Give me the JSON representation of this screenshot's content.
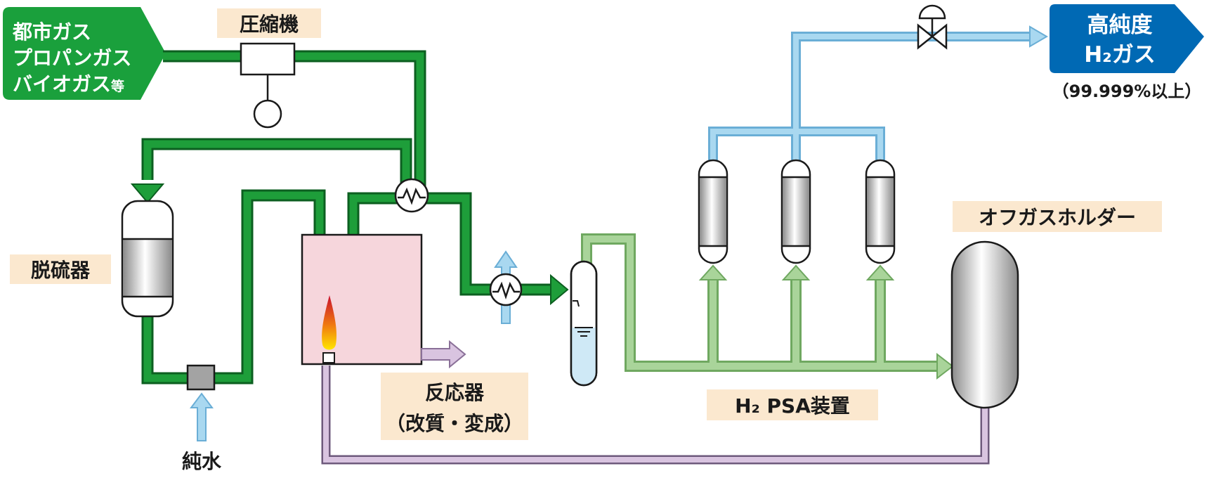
{
  "feed": {
    "line1": "都市ガス",
    "line2": "プロパンガス",
    "line3": "バイオガス",
    "line3_suffix": "等"
  },
  "compressor": "圧縮機",
  "desulfurizer": "脱硫器",
  "pure_water": "純水",
  "reactor": {
    "line1": "反応器",
    "line2": "（改質・変成）"
  },
  "psa": "H₂ PSA装置",
  "offgas_holder": "オフガスホルダー",
  "product": {
    "line1": "高純度",
    "line2": "H₂ガス",
    "purity": "（99.999%以上）"
  },
  "colors": {
    "feed_line": "#1e9e3a",
    "feed_badge": "#1aa03c",
    "hydrogen_line": "#a9d8f0",
    "hydrogen_line_stroke": "#6aaed6",
    "psa_line": "#a9d49a",
    "psa_line_stroke": "#6fa860",
    "offgas_line": "#d9c4e0",
    "offgas_line_stroke": "#8a7098",
    "reactor_fill": "#f6d6dc",
    "product_badge": "#0069b4",
    "label_bg": "#fbe8cf"
  }
}
